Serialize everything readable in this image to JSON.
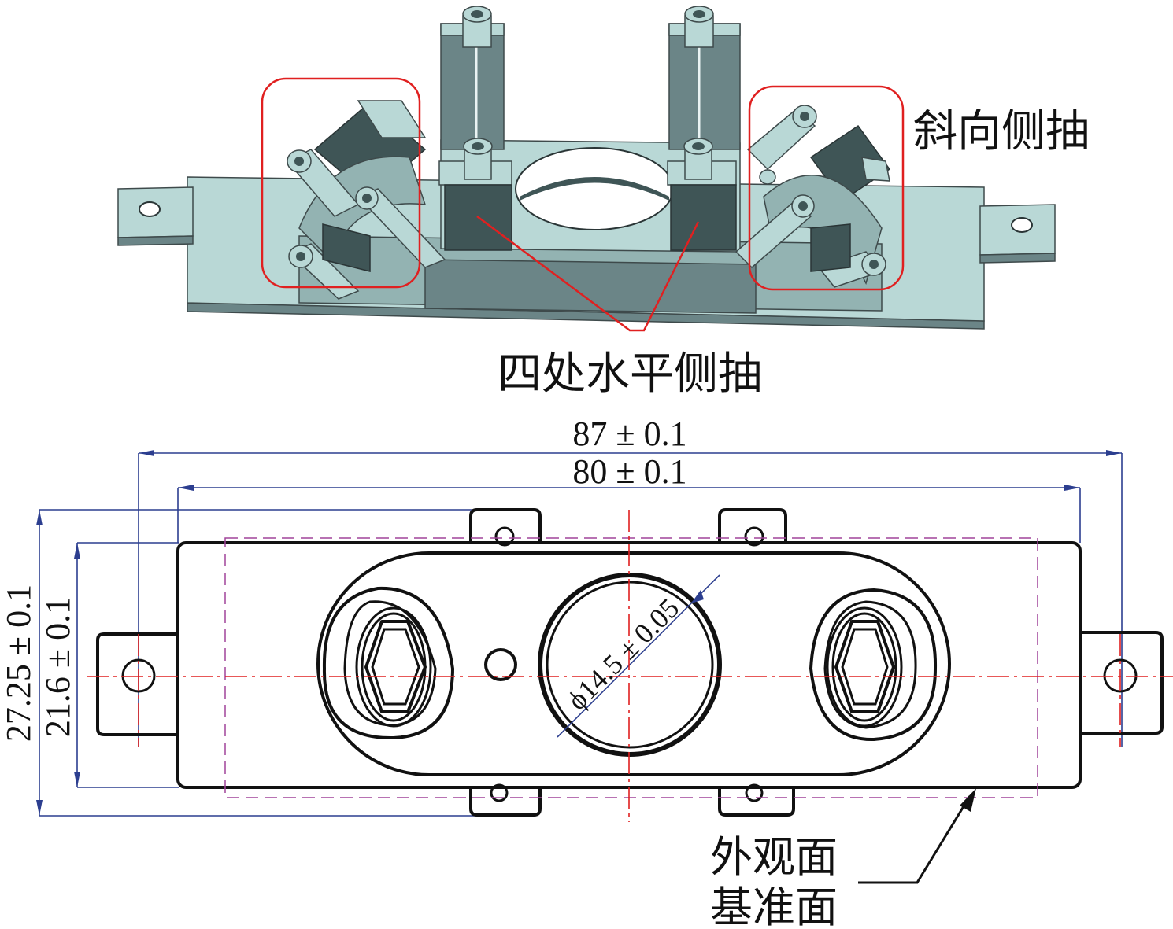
{
  "labels": {
    "angled_side_pull": "斜向侧抽",
    "four_horizontal_side_pulls": "四处水平侧抽",
    "appearance_surface": "外观面",
    "datum_surface": "基准面"
  },
  "dimensions": {
    "overall_length": "87 ± 0.1",
    "body_length": "80 ± 0.1",
    "overall_width": "27.25 ± 0.1",
    "body_width": "21.6 ± 0.1",
    "hole_diameter": "ϕ14.5 ± 0.05"
  },
  "colors": {
    "callout_red": "#e02020",
    "dimension_blue": "#2c3e8f",
    "centerline_red": "#e02020",
    "reference_purple": "#a0449a",
    "model_teal": "#b9d8d6"
  }
}
